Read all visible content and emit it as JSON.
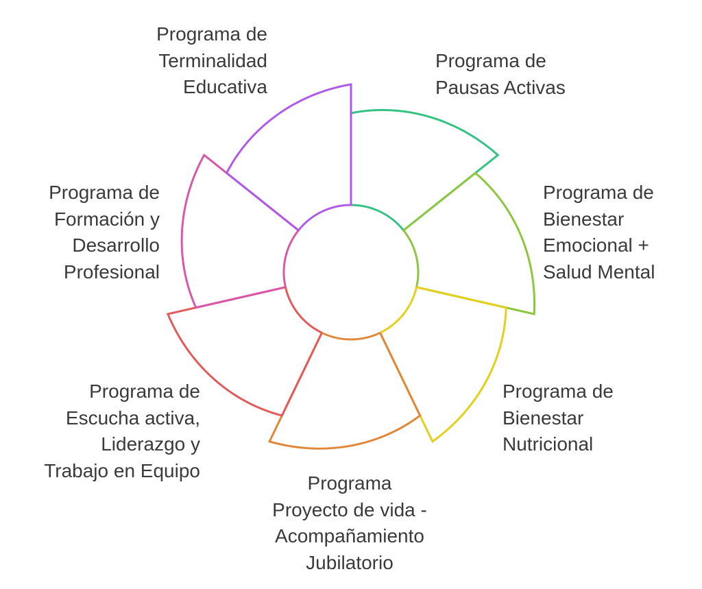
{
  "title": "Programas",
  "segments": [
    {
      "id": "pausas",
      "color": "#34c383",
      "lines": [
        "Programa de",
        "Pausas Activas"
      ]
    },
    {
      "id": "emocional",
      "color": "#8dc63f",
      "lines": [
        "Programa de",
        "Bienestar",
        "Emocional +",
        "Salud Mental"
      ]
    },
    {
      "id": "nutricional",
      "color": "#e3d01a",
      "lines": [
        "Programa de",
        "Bienestar",
        "Nutricional"
      ]
    },
    {
      "id": "jubilatorio",
      "color": "#e0873a",
      "lines": [
        "Programa",
        "Proyecto de vida -",
        "Acompañamiento",
        "Jubilatorio"
      ]
    },
    {
      "id": "escucha",
      "color": "#e25a5a",
      "lines": [
        "Programa de",
        "Escucha activa,",
        "Liderazgo y",
        "Trabajo en Equipo"
      ]
    },
    {
      "id": "formacion",
      "color": "#d957a8",
      "lines": [
        "Programa de",
        "Formación y",
        "Desarrollo",
        "Profesional"
      ]
    },
    {
      "id": "terminalidad",
      "color": "#b05be8",
      "lines": [
        "Programa de",
        "Terminalidad",
        "Educativa"
      ]
    }
  ]
}
